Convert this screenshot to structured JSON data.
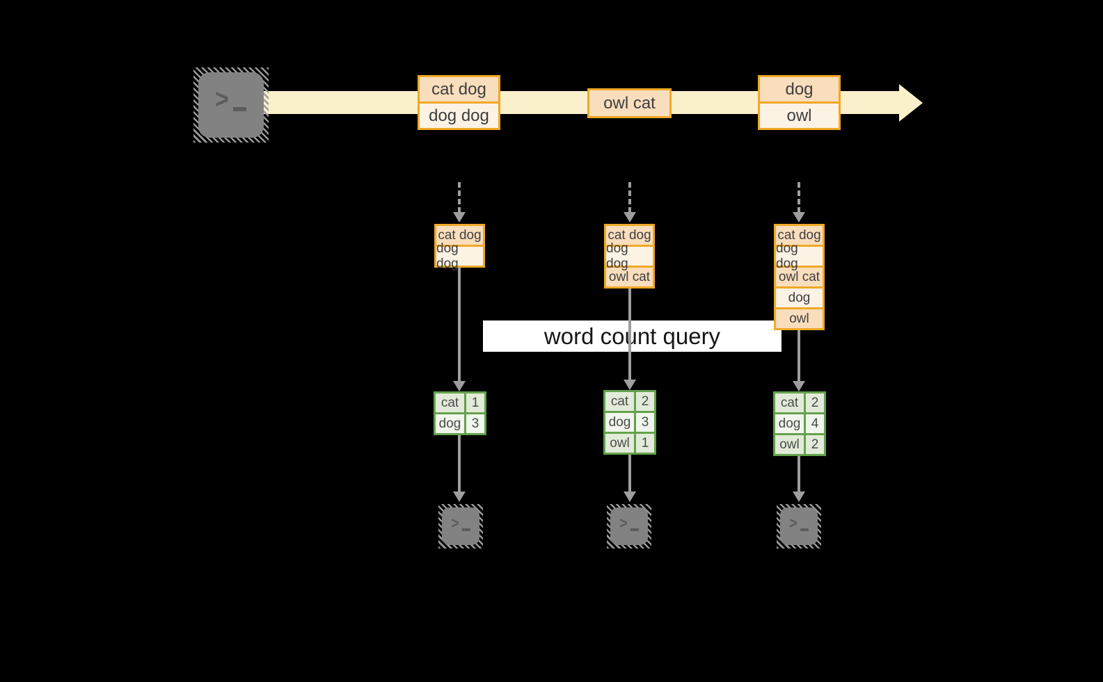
{
  "label": {
    "text": "word count query"
  },
  "icons": {
    "terminal_prompt": ">",
    "stream_arrow": "right-arrow",
    "flow_arrow": "down-arrow"
  },
  "colors": {
    "background": "#000000",
    "stream_band": "#FAF0CB",
    "record_border": "#EFA826",
    "record_fill_dark": "#F9DEBD",
    "record_fill_light": "#FDF3E5",
    "table_border": "#63A24C",
    "table_fill_dark": "#E2EBD9",
    "table_fill_light": "#F1F6ED",
    "arrow_gray": "#9E9E9E",
    "terminal_gray": "#828282",
    "label_bg": "#FFFFFF"
  },
  "stream": {
    "batches": [
      {
        "rows": [
          "cat dog",
          "dog dog"
        ]
      },
      {
        "rows": [
          "owl cat"
        ]
      },
      {
        "rows": [
          "dog",
          "owl"
        ]
      }
    ]
  },
  "columns": [
    {
      "state": [
        "cat dog",
        "dog dog"
      ],
      "counts": [
        {
          "word": "cat",
          "count": "1"
        },
        {
          "word": "dog",
          "count": "3"
        }
      ]
    },
    {
      "state": [
        "cat dog",
        "dog dog",
        "owl cat"
      ],
      "counts": [
        {
          "word": "cat",
          "count": "2"
        },
        {
          "word": "dog",
          "count": "3"
        },
        {
          "word": "owl",
          "count": "1"
        }
      ]
    },
    {
      "state": [
        "cat dog",
        "dog dog",
        "owl cat",
        "dog",
        "owl"
      ],
      "counts": [
        {
          "word": "cat",
          "count": "2"
        },
        {
          "word": "dog",
          "count": "4"
        },
        {
          "word": "owl",
          "count": "2"
        }
      ]
    }
  ]
}
